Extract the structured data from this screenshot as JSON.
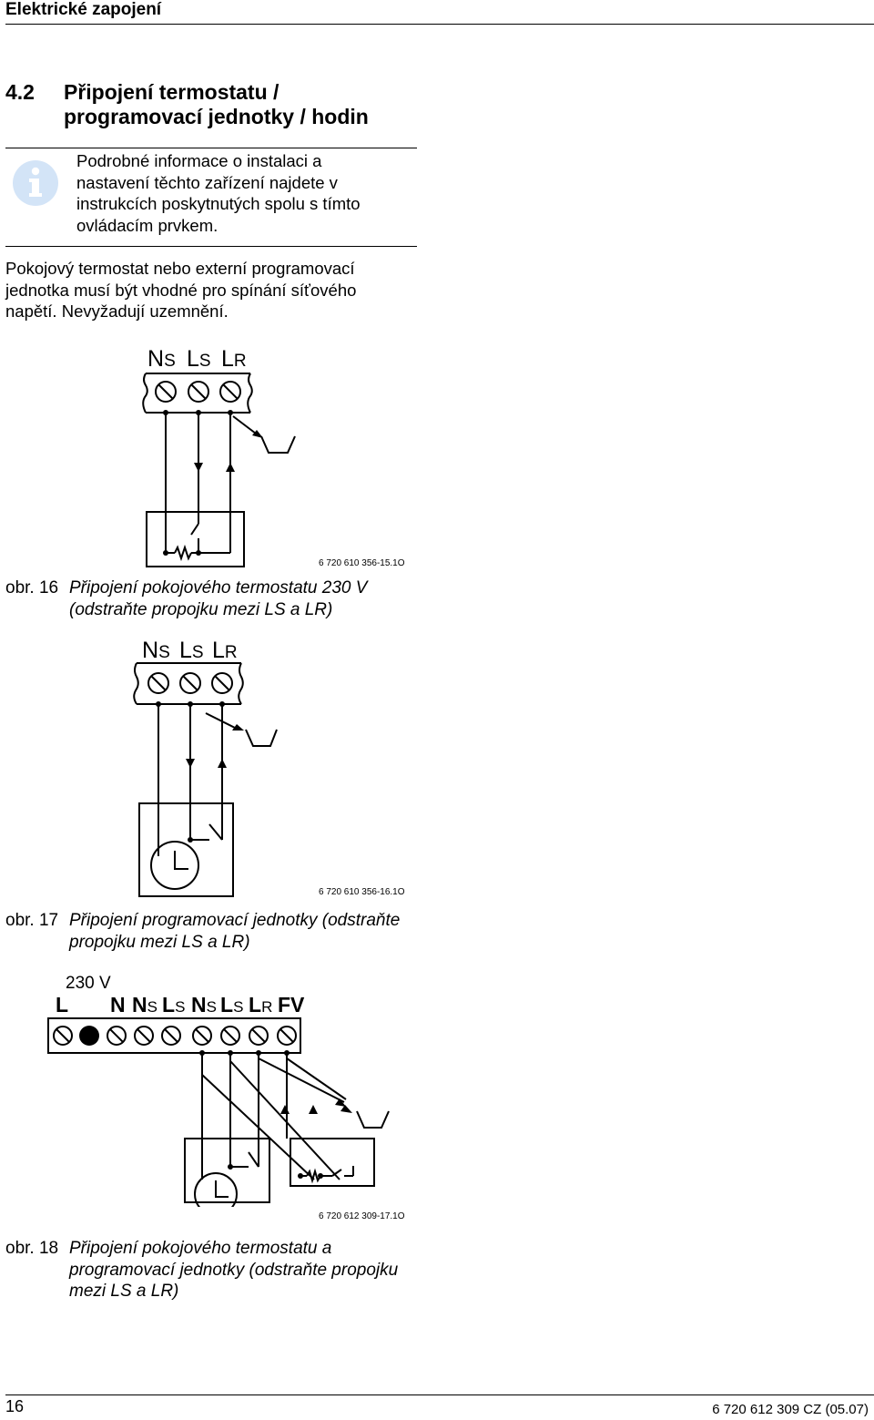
{
  "header": {
    "title": "Elektrické zapojení"
  },
  "section": {
    "number": "4.2",
    "title_lines": [
      "Připojení termostatu /",
      "programovací jednotky / hodin"
    ]
  },
  "info_note": {
    "icon": "info-icon",
    "lines": [
      "Podrobné informace o instalaci a",
      "nastavení těchto zařízení najdete v",
      "instrukcích poskytnutých spolu s tímto",
      "ovládacím prvkem."
    ]
  },
  "paragraph": {
    "lines": [
      "Pokojový termostat nebo externí programovací",
      "jednotka musí být vhodné pro spínání síťového",
      "napětí. Nevyžadují uzemnění."
    ]
  },
  "figures": [
    {
      "terminals": [
        {
          "big": "N",
          "small": "S"
        },
        {
          "big": "L",
          "small": "S"
        },
        {
          "big": "L",
          "small": "R"
        }
      ],
      "code": "6 720 610 356-15.1O",
      "caption_num": "obr. 16",
      "caption_lines": [
        "Připojení pokojového termostatu 230 V",
        "(odstraňte propojku mezi LS a LR)"
      ]
    },
    {
      "terminals": [
        {
          "big": "N",
          "small": "S"
        },
        {
          "big": "L",
          "small": "S"
        },
        {
          "big": "L",
          "small": "R"
        }
      ],
      "code": "6 720 610 356-16.1O",
      "caption_num": "obr. 17",
      "caption_lines": [
        "Připojení programovací jednotky (odstraňte",
        "propojku mezi LS a LR)"
      ]
    },
    {
      "voltage": "230 V",
      "terminals": [
        {
          "big": "L",
          "small": ""
        },
        {
          "big": "N",
          "small": ""
        },
        {
          "big": "N",
          "small": "S"
        },
        {
          "big": "L",
          "small": "S"
        },
        {
          "big": "N",
          "small": "S"
        },
        {
          "big": "L",
          "small": "S"
        },
        {
          "big": "L",
          "small": "R"
        },
        {
          "big": "FV",
          "small": ""
        }
      ],
      "code": "6 720 612 309-17.1O",
      "caption_num": "obr. 18",
      "caption_lines": [
        "Připojení pokojového termostatu a",
        "programovací jednotky (odstraňte propojku",
        "mezi LS a LR)"
      ]
    }
  ],
  "footer": {
    "page": "16",
    "doc_code": "6 720 612 309 CZ (05.07)"
  }
}
